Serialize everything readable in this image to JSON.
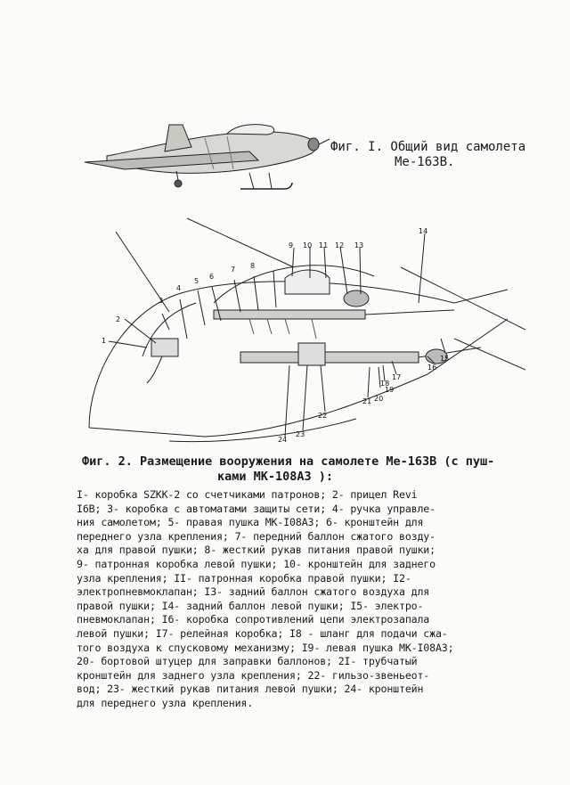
{
  "figure1": {
    "caption_line1": "Фиг. I. Общий вид самолета",
    "caption_line2": "Ме-163В."
  },
  "figure2": {
    "caption_line1": "Фиг. 2. Размещение вооружения на самолете Ме-163В (с пуш-",
    "caption_line2": "ками МК-108АЗ ):",
    "callouts": [
      "1",
      "2",
      "3",
      "4",
      "5",
      "6",
      "7",
      "8",
      "9",
      "10",
      "11",
      "12",
      "13",
      "14",
      "15",
      "16",
      "17",
      "18",
      "19",
      "20",
      "21",
      "22",
      "23",
      "24"
    ]
  },
  "legend_lines": [
    "I- коробка SZKK-2 со счетчиками патронов; 2- прицел Revi",
    "I6B; 3- коробка с автоматами защиты сети; 4- ручка управле-",
    "ния самолетом; 5- правая пушка МК-I08АЗ; 6- кронштейн для",
    "переднего узла крепления; 7- передний баллон сжатого возду-",
    "ха для правой пушки; 8- жесткий рукав питания правой пушки;",
    "9- патронная коробка левой пушки; 10- кронштейн для заднего",
    "узла крепления; II- патронная коробка правой пушки; I2-",
    "электропневмоклапан; I3- задний баллон сжатого воздуха для",
    "правой пушки; I4- задний баллон левой пушки; I5- электро-",
    "пневмоклапан; I6- коробка сопротивлений цепи электрозапала",
    "левой пушки; I7- релейная коробка; I8 - шланг для подачи сжа-",
    "того воздуха к спусковому механизму; I9- левая пушка МК-I08АЗ;",
    "20- бортовой штуцер для заправки баллонов; 2I- трубчатый",
    "кронштейн для заднего узла крепления; 22- гильзо-звеньеот-",
    "вод; 23- жесткий рукав питания левой пушки; 24- кронштейн",
    "для переднего узла крепления."
  ]
}
